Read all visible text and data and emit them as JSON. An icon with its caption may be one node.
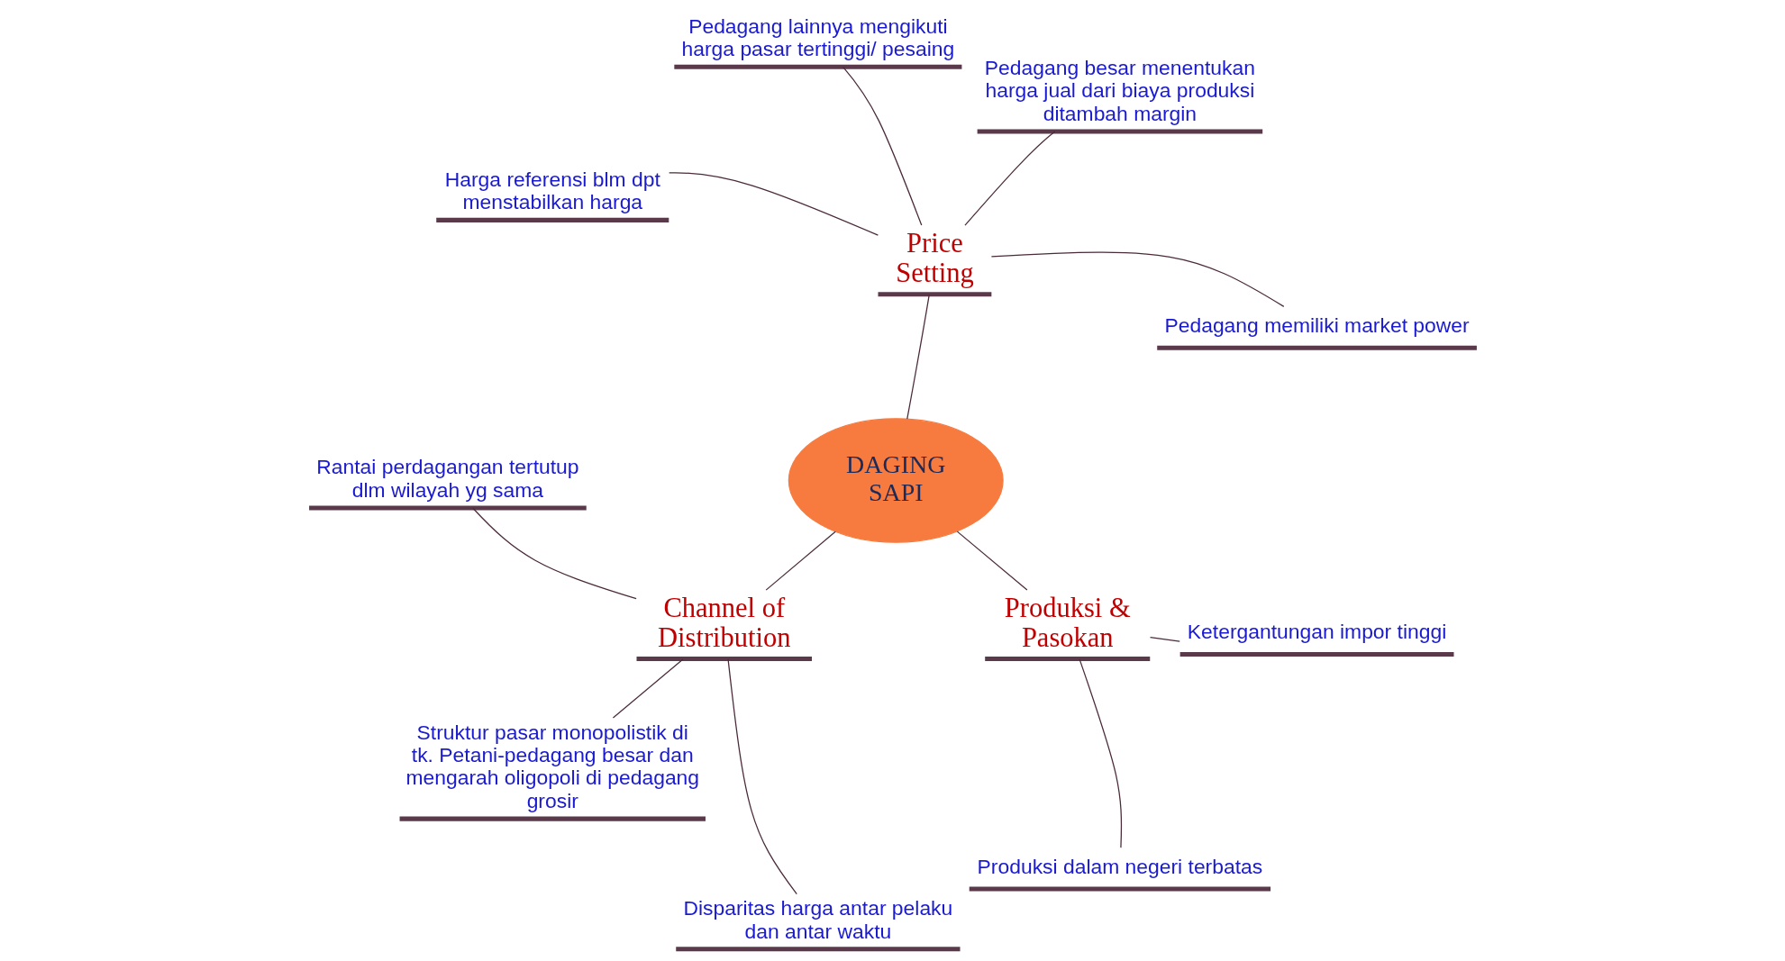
{
  "diagram": {
    "nodes": [
      {
        "text": [
          "DAGING SAPI"
        ]
      },
      {
        "text": [
          "Price Setting"
        ]
      },
      {
        "text": [
          "Channel of Distribution"
        ]
      },
      {
        "text": [
          "Produksi & Pasokan"
        ]
      },
      {
        "text": [
          "Pedagang memiliki market power"
        ]
      },
      {
        "text": [
          "Pedagang besar menentukan harga jual dari biaya produksi ditambah margin"
        ]
      },
      {
        "text": [
          "Pedagang lainnya mengikuti harga pasar tertinggi/ pesaing"
        ]
      },
      {
        "text": [
          "Harga referensi blm dpt menstabilkan harga"
        ]
      },
      {
        "text": [
          "Rantai perdagangan tertutup dlm wilayah yg sama"
        ]
      },
      {
        "text": [
          "Struktur pasar monopolistik di tk. Petani-pedagang besar dan mengarah oligopoli di pedagang grosir"
        ]
      },
      {
        "text": [
          "Disparitas harga antar pelaku dan antar waktu"
        ]
      },
      {
        "text": [
          "Produksi dalam negeri terbatas"
        ]
      },
      {
        "text": [
          "Ketergantungan impor tinggi"
        ]
      }
    ],
    "edges": [
      {
        "from": 0,
        "to": 1,
        "arrow": "none"
      },
      {
        "from": 0,
        "to": 2,
        "arrow": "none"
      },
      {
        "from": 0,
        "to": 3,
        "arrow": "none"
      },
      {
        "from": 1,
        "to": 4,
        "arrow": "none"
      },
      {
        "from": 1,
        "to": 5,
        "arrow": "none"
      },
      {
        "from": 1,
        "to": 6,
        "arrow": "none"
      },
      {
        "from": 1,
        "to": 7,
        "arrow": "none"
      },
      {
        "from": 2,
        "to": 8,
        "arrow": "none"
      },
      {
        "from": 2,
        "to": 9,
        "arrow": "none"
      },
      {
        "from": 2,
        "to": 10,
        "arrow": "none"
      },
      {
        "from": 3,
        "to": 11,
        "arrow": "none"
      },
      {
        "from": 3,
        "to": 12,
        "arrow": "none"
      }
    ]
  }
}
